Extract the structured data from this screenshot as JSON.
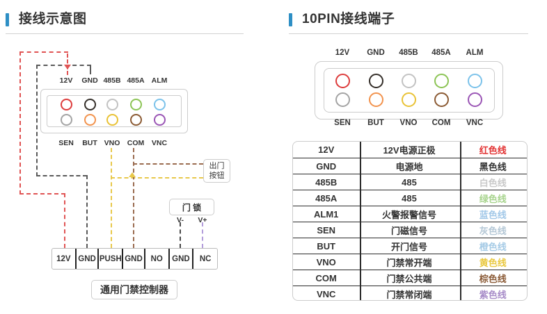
{
  "accent_color": "#2e8fc5",
  "left_panel": {
    "title": "接线示意图",
    "connector": {
      "top_labels": [
        "12V",
        "GND",
        "485B",
        "485A",
        "ALM"
      ],
      "bottom_labels": [
        "SEN",
        "BUT",
        "VNO",
        "COM",
        "VNC"
      ],
      "top_pin_colors": [
        "#dd3b3b",
        "#332d28",
        "#c2c2c2",
        "#8cc455",
        "#7bc2ea"
      ],
      "bottom_pin_colors": [
        "#a3a3a3",
        "#f2924c",
        "#e9c235",
        "#8b5a33",
        "#9a55b5"
      ]
    },
    "exit_button_lines": [
      "出门",
      "按钮"
    ],
    "door_lock_label": "门 锁",
    "lock_neg_label": "V-",
    "lock_pos_label": "V+",
    "terminal_labels": [
      "12V",
      "GND",
      "PUSH",
      "GND",
      "NO",
      "GND",
      "NC"
    ],
    "controller_label": "通用门禁控制器",
    "wire_colors": {
      "red": "#e05353",
      "dark": "#595959",
      "yellow": "#e8c84a",
      "brown": "#9a6b4f",
      "black": "#474747",
      "purple": "#b39ddb"
    }
  },
  "right_panel": {
    "title": "10PIN接线端子",
    "connector": {
      "top_labels": [
        "12V",
        "GND",
        "485B",
        "485A",
        "ALM"
      ],
      "bottom_labels": [
        "SEN",
        "BUT",
        "VNO",
        "COM",
        "VNC"
      ],
      "top_pin_colors": [
        "#dd3b3b",
        "#332d28",
        "#c2c2c2",
        "#8cc455",
        "#7bc2ea"
      ],
      "bottom_pin_colors": [
        "#a3a3a3",
        "#f2924c",
        "#e9c235",
        "#8b5a33",
        "#9a55b5"
      ]
    },
    "table": {
      "rows": [
        {
          "pin": "12V",
          "desc": "12V电源正极",
          "wire": "红色线",
          "wire_color": "#e23333"
        },
        {
          "pin": "GND",
          "desc": "电源地",
          "wire": "黑色线",
          "wire_color": "#333333"
        },
        {
          "pin": "485B",
          "desc": "485",
          "wire": "白色线",
          "wire_color": "#c9c9c9"
        },
        {
          "pin": "485A",
          "desc": "485",
          "wire": "绿色线",
          "wire_color": "#a8d48e"
        },
        {
          "pin": "ALM1",
          "desc": "火警报警信号",
          "wire": "蓝色线",
          "wire_color": "#a2c8e8"
        },
        {
          "pin": "SEN",
          "desc": "门磁信号",
          "wire": "灰色线",
          "wire_color": "#b5c8d6"
        },
        {
          "pin": "BUT",
          "desc": "开门信号",
          "wire": "橙色线",
          "wire_color": "#a6cbe6"
        },
        {
          "pin": "VNO",
          "desc": "门禁常开端",
          "wire": "黄色线",
          "wire_color": "#e9c83f"
        },
        {
          "pin": "COM",
          "desc": "门禁公共端",
          "wire": "棕色线",
          "wire_color": "#8a5a36"
        },
        {
          "pin": "VNC",
          "desc": "门禁常闭端",
          "wire": "紫色线",
          "wire_color": "#a78cc8"
        }
      ]
    }
  }
}
